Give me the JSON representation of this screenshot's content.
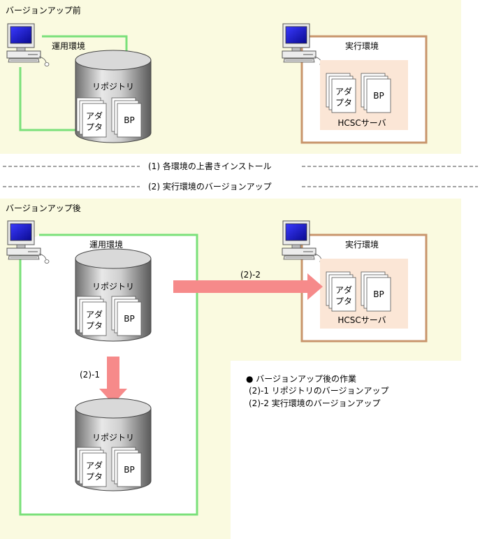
{
  "before": {
    "title": "バージョンアップ前",
    "ops_env_label": "運用環境",
    "exec_env_label": "実行環境",
    "repository_label": "リポジトリ",
    "adapter_line1": "アダ",
    "adapter_line2": "プタ",
    "bp_label": "BP",
    "hcsc_server_label": "HCSCサーバ"
  },
  "steps": {
    "step1": "(1) 各環境の上書きインストール",
    "step2": "(2) 実行環境のバージョンアップ"
  },
  "after": {
    "title": "バージョンアップ後",
    "ops_env_label": "運用環境",
    "exec_env_label": "実行環境",
    "repository_label_upper": "リポジトリ",
    "repository_label_lower": "リポジトリ",
    "adapter_line1": "アダ",
    "adapter_line2": "プタ",
    "bp_label": "BP",
    "hcsc_server_label": "HCSCサーバ",
    "arrow_down_label": "(2)-1",
    "arrow_right_label": "(2)-2"
  },
  "notes": {
    "heading": "● バージョンアップ後の作業",
    "item1": "(2)-1 リポジトリのバージョンアップ",
    "item2": "(2)-2 実行環境のバージョンアップ"
  },
  "colors": {
    "panel_bg": "#fafae0",
    "ops_env_border": "#7ae07a",
    "exec_env_border": "#c8956c",
    "hcsc_bg": "#fbe6d6",
    "arrow": "#f68a8a",
    "monitor_screen": "#1a1ab8"
  }
}
